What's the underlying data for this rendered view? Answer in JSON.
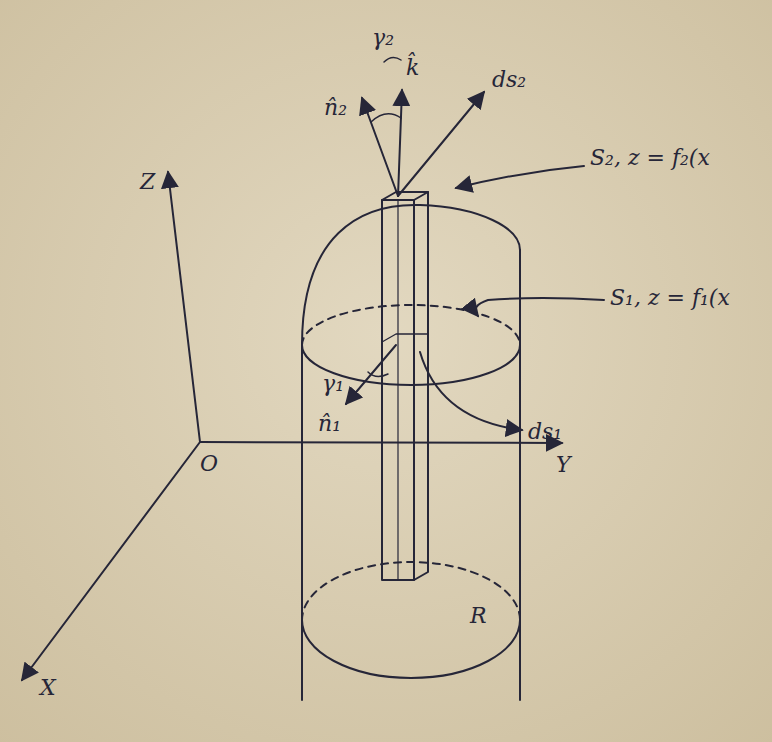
{
  "diagram": {
    "labels": [
      "Z",
      "O",
      "Y",
      "X",
      "γ₂",
      "k̂",
      "n̂₂",
      "ds₂",
      "S₂, z = f₂(x",
      "S₁, z = f₁(x",
      "γ₁",
      "n̂₁",
      "ds₁",
      "R"
    ]
  }
}
